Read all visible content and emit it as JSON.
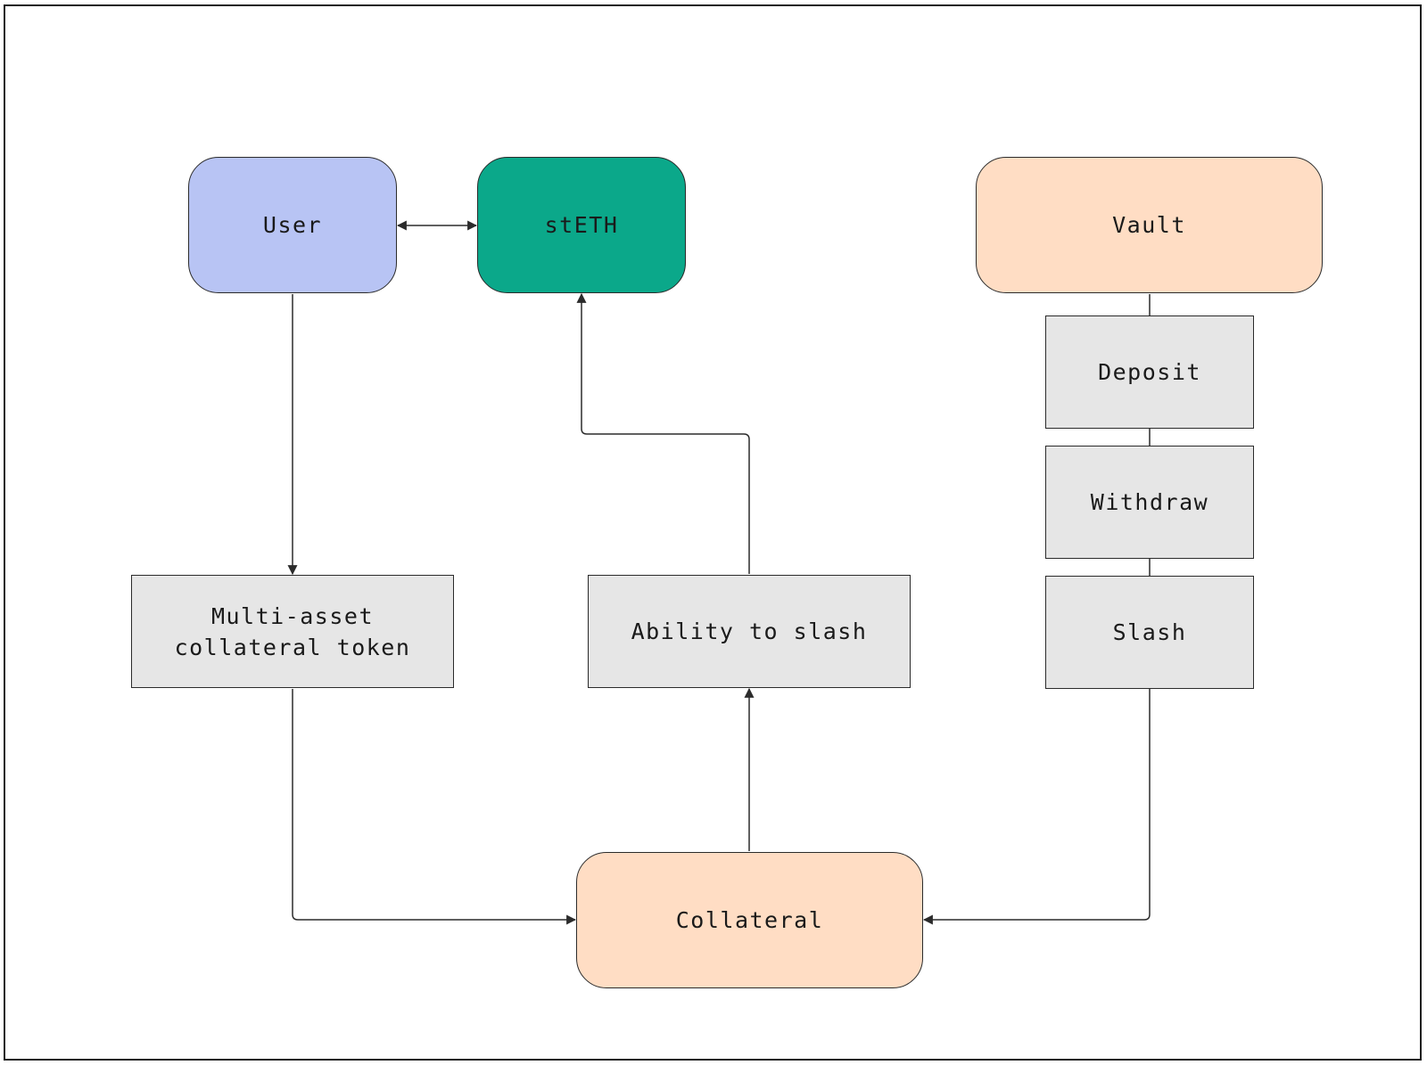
{
  "colors": {
    "user": "#b8c4f4",
    "steth": "#0ba88a",
    "vault": "#ffddc4",
    "collateral": "#ffddc4",
    "process": "#e6e6e6",
    "stroke": "#2b2b2b"
  },
  "nodes": {
    "user": {
      "label": "User"
    },
    "steth": {
      "label": "stETH"
    },
    "vault": {
      "label": "Vault"
    },
    "deposit": {
      "label": "Deposit"
    },
    "withdraw": {
      "label": "Withdraw"
    },
    "slash": {
      "label": "Slash"
    },
    "multi_asset": {
      "label": "Multi-asset collateral token"
    },
    "ability_to_slash": {
      "label": "Ability to slash"
    },
    "collateral": {
      "label": "Collateral"
    }
  },
  "edges": [
    {
      "from": "user",
      "to": "steth",
      "direction": "both"
    },
    {
      "from": "user",
      "to": "multi_asset",
      "direction": "forward"
    },
    {
      "from": "multi_asset",
      "to": "collateral",
      "direction": "forward"
    },
    {
      "from": "collateral",
      "to": "ability_to_slash",
      "direction": "forward"
    },
    {
      "from": "ability_to_slash",
      "to": "steth",
      "direction": "forward"
    },
    {
      "from": "slash",
      "to": "collateral",
      "direction": "forward"
    },
    {
      "from": "vault",
      "to": "deposit",
      "direction": "none"
    },
    {
      "from": "deposit",
      "to": "withdraw",
      "direction": "none"
    },
    {
      "from": "withdraw",
      "to": "slash",
      "direction": "none"
    }
  ]
}
